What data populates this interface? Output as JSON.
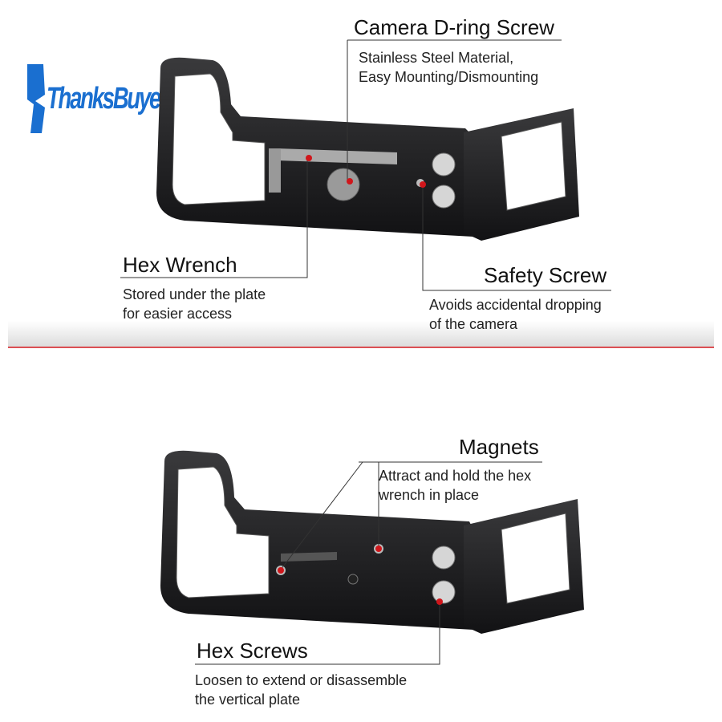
{
  "brand": {
    "logo_text": "ThanksBuyer",
    "color": "#1a6fd0"
  },
  "accent_color": "#d0161b",
  "top_section": {
    "callouts": [
      {
        "title": "Camera D-ring Screw",
        "lines": [
          "Stainless Steel Material,",
          "Easy Mounting/Dismounting"
        ]
      },
      {
        "title": "Hex Wrench",
        "lines": [
          "Stored under the plate",
          "for easier access"
        ]
      },
      {
        "title": "Safety Screw",
        "lines": [
          "Avoids accidental dropping",
          "of the camera"
        ]
      }
    ]
  },
  "bottom_section": {
    "callouts": [
      {
        "title": "Magnets",
        "lines": [
          "Attract and hold the hex",
          "wrench in place"
        ]
      },
      {
        "title": "Hex Screws",
        "lines": [
          "Loosen to extend or disassemble",
          "the vertical plate"
        ]
      }
    ]
  }
}
